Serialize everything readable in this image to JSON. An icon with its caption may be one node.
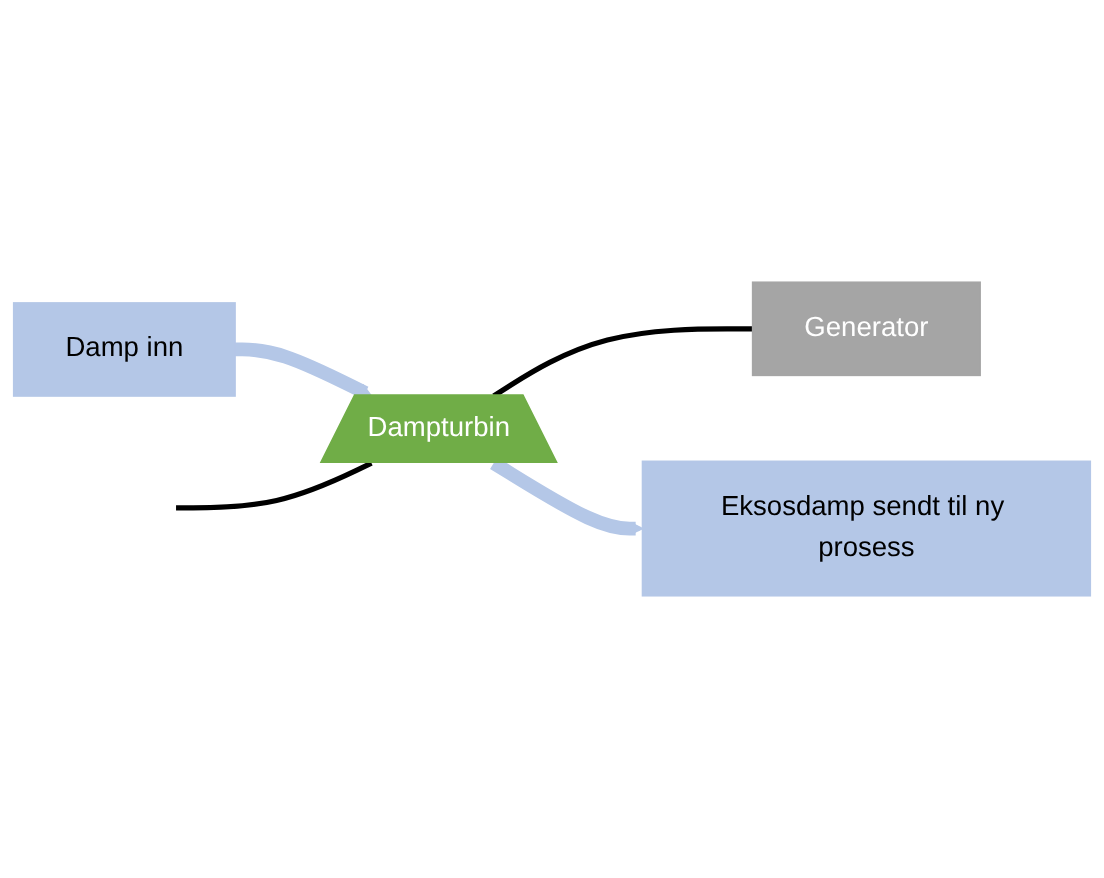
{
  "diagram": {
    "nodes": [
      {
        "text": [
          "Damp inn"
        ]
      },
      {
        "text": [
          "Dampturbin"
        ]
      },
      {
        "text": [
          "Generator"
        ]
      },
      {
        "text": [
          "Eksosdamp sendt til ny prosess"
        ]
      }
    ],
    "edges": [
      {
        "from": 0,
        "to": 1,
        "arrow": "to",
        "style": "thick",
        "color": "#b4c7e7"
      },
      {
        "from": null,
        "to": 1,
        "arrow": "none",
        "color": "#000000"
      },
      {
        "from": 1,
        "to": 2,
        "arrow": "none",
        "color": "#000000"
      },
      {
        "from": 1,
        "to": 3,
        "arrow": "to",
        "style": "thick",
        "color": "#b4c7e7"
      }
    ]
  }
}
